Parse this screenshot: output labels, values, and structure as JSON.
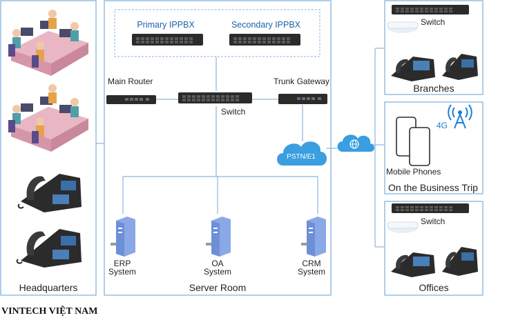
{
  "labels": {
    "primary_ippbx": "Primary IPPBX",
    "secondary_ippbx": "Secondary IPPBX",
    "main_router": "Main Router",
    "trunk_gateway": "Trunk Gateway",
    "core_switch": "Switch",
    "pstn": "PSTN/E1",
    "erp_line1": "ERP",
    "erp_line2": "System",
    "oa_line1": "OA",
    "oa_line2": "System",
    "crm_line1": "CRM",
    "crm_line2": "System",
    "server_room": "Server Room",
    "headquarters": "Headquarters",
    "branch_switch": "Switch",
    "branches": "Branches",
    "four_g": "4G",
    "mobile_phones": "Mobile Phones",
    "business_trip": "On the Business Trip",
    "office_switch": "Switch",
    "offices": "Offices"
  },
  "footer": "VINTECH VIỆT NAM",
  "colors": {
    "line": "#8ab4e0",
    "panel_border": "#7aaedc",
    "cloud": "#3a9ee0",
    "device": "#2b2b2b",
    "server": "#6d8fd6",
    "antenna": "#1a7fd4"
  }
}
